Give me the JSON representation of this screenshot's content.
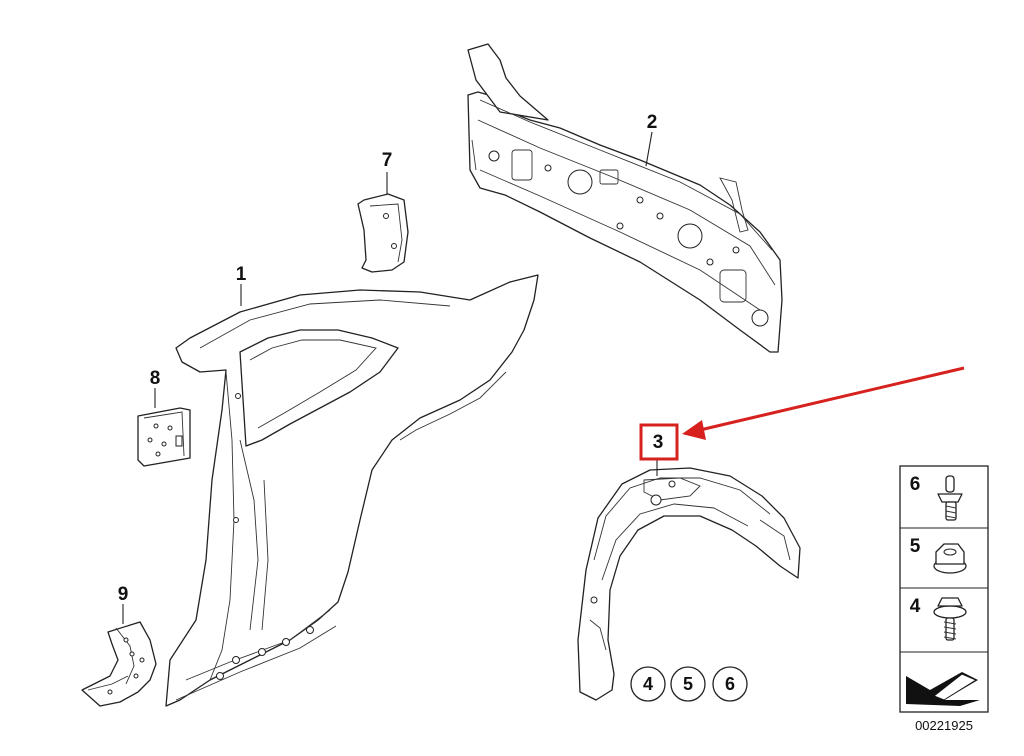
{
  "callouts": {
    "p1": "1",
    "p2": "2",
    "p3": "3",
    "p7": "7",
    "p8": "8",
    "p9": "9"
  },
  "group_circles": [
    "4",
    "5",
    "6"
  ],
  "legend": {
    "items": [
      {
        "label": "6",
        "icon": "bolt-icon"
      },
      {
        "label": "5",
        "icon": "nut-icon"
      },
      {
        "label": "4",
        "icon": "screw-with-washer-icon"
      }
    ],
    "footer_icon": "arrow-right-icon"
  },
  "diagram_number": "00221925",
  "highlight": {
    "target": "3",
    "color": "#d6211e"
  }
}
